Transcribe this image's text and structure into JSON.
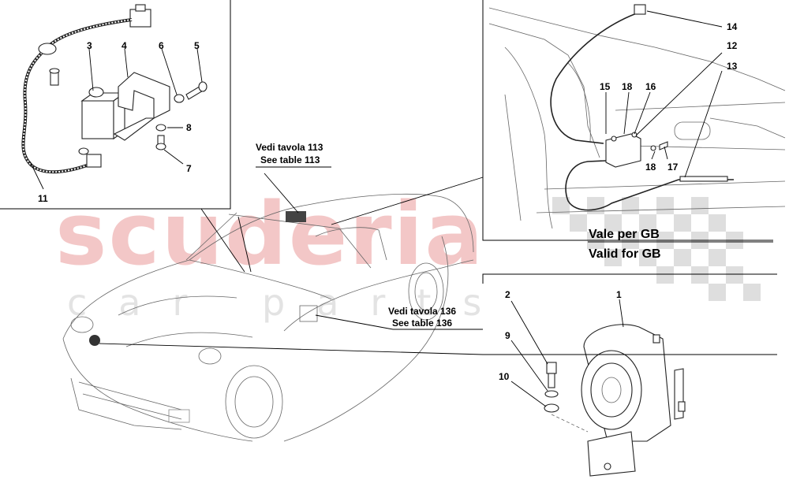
{
  "watermark": {
    "brand": "scuderia",
    "tagline": "car parts"
  },
  "callouts": [
    {
      "id": "p1",
      "label": "1"
    },
    {
      "id": "p2",
      "label": "2"
    },
    {
      "id": "p3",
      "label": "3"
    },
    {
      "id": "p4",
      "label": "4"
    },
    {
      "id": "p5",
      "label": "5"
    },
    {
      "id": "p6",
      "label": "6"
    },
    {
      "id": "p7",
      "label": "7"
    },
    {
      "id": "p8",
      "label": "8"
    },
    {
      "id": "p9",
      "label": "9"
    },
    {
      "id": "p10",
      "label": "10"
    },
    {
      "id": "p11",
      "label": "11"
    },
    {
      "id": "p12",
      "label": "12"
    },
    {
      "id": "p13",
      "label": "13"
    },
    {
      "id": "p14",
      "label": "14"
    },
    {
      "id": "p15",
      "label": "15"
    },
    {
      "id": "p16",
      "label": "16"
    },
    {
      "id": "p17",
      "label": "17"
    },
    {
      "id": "p18a",
      "label": "18"
    },
    {
      "id": "p18b",
      "label": "18"
    }
  ],
  "references": {
    "table113": {
      "it": "Vedi tavola 113",
      "en": "See table 113"
    },
    "table136": {
      "it": "Vedi tavola 136",
      "en": "See table 136"
    }
  },
  "gb_note": {
    "it": "Vale per GB",
    "en": "Valid for GB"
  }
}
